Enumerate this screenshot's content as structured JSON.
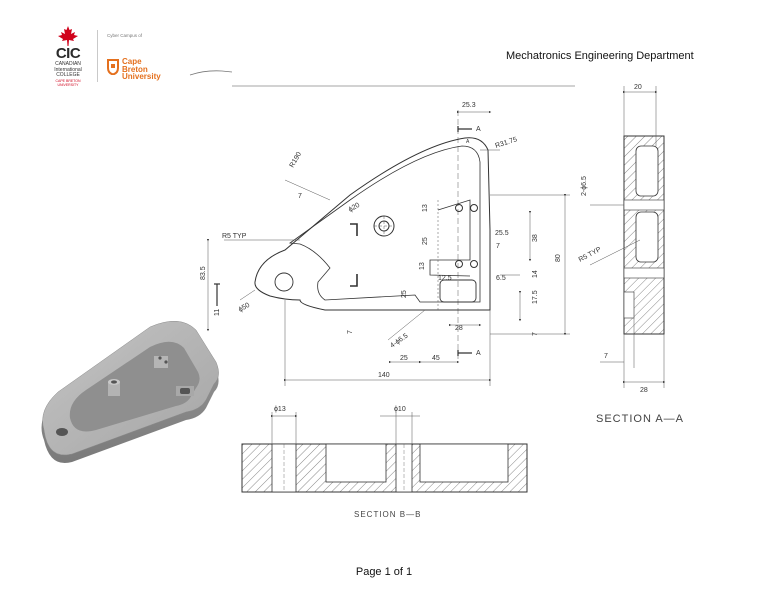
{
  "header": {
    "college_name": "CIC",
    "college_subtitle": [
      "CANADIAN",
      "International",
      "COLLEGE"
    ],
    "college_tagline": "CAPE BRETON UNIVERSITY",
    "campus_of": "Cyber Campus of",
    "university_name": [
      "Cape",
      "Breton",
      "University"
    ],
    "department": "Mechatronics Engineering Department"
  },
  "colors": {
    "cic_red": "#d0021b",
    "cbu_orange": "#e4701e",
    "line": "#333333"
  },
  "drawing": {
    "dimensions": {
      "d253": "25.3",
      "r190": "R190",
      "r3175": "R31.75",
      "d7_top": "7",
      "phi20": "ϕ20",
      "d13a": "13",
      "d25a": "25",
      "d255": "25.5",
      "d7b": "7",
      "d13b": "13",
      "d125": "12.5",
      "d65": "6.5",
      "d14": "14",
      "d175": "17.5",
      "d25b": "25",
      "d38": "38",
      "d80": "80",
      "d7c": "7",
      "d28": "28",
      "d4phi65": "4-ϕ6.5",
      "d7d": "7",
      "r5typ": "R5 TYP",
      "phi50": "ϕ50",
      "d835": "83.5",
      "d11": "11",
      "d25c": "25",
      "d45": "45",
      "d140": "140",
      "arrow_a_top": "A",
      "arrow_a_bottom": "A",
      "a_small": "A"
    },
    "section_a": {
      "d20": "20",
      "d2phi65": "2-ϕ6.5",
      "r5typ": "R5 TYP",
      "d7": "7",
      "d28": "28",
      "label": "SECTION A—A"
    },
    "section_b": {
      "phi13": "ϕ13",
      "phi10": "ϕ10",
      "label": "SECTION B—B"
    }
  },
  "footer": {
    "page": "Page 1 of 1"
  }
}
